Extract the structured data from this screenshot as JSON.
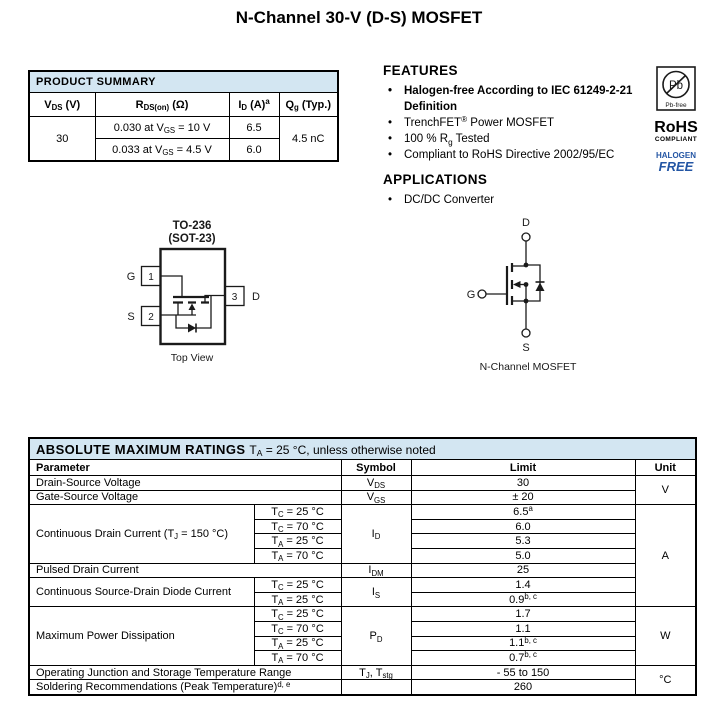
{
  "page": {
    "title": "N-Channel 30-V (D-S) MOSFET"
  },
  "colors": {
    "table_header_bg": "#d3e6f2",
    "halogen_free_blue": "#2456a4",
    "text": "#000000"
  },
  "product_summary": {
    "title": "PRODUCT SUMMARY",
    "headers": [
      "V~DS~ (V)",
      "R~DS(on)~ (Ω)",
      "I~D~ (A)^a^",
      "Q~g~ (Typ.)"
    ],
    "vds": "30",
    "rows": [
      {
        "rdson": "0.030 at V~GS~ = 10 V",
        "id": "6.5"
      },
      {
        "rdson": "0.033 at V~GS~ = 4.5 V",
        "id": "6.0"
      }
    ],
    "qg": "4.5 nC"
  },
  "features": {
    "title": "FEATURES",
    "items": [
      "Halogen-free According to IEC 61249-2-21 Definition",
      "TrenchFET^®^ Power MOSFET",
      "100 % R~g~ Tested",
      "Compliant to RoHS Directive 2002/95/EC"
    ]
  },
  "applications": {
    "title": "APPLICATIONS",
    "items": [
      "DC/DC Converter"
    ]
  },
  "compliance": {
    "pb": "Pb",
    "pb_free": "Pb-free",
    "rohs": "RoHS",
    "compliant": "COMPLIANT",
    "halogen": "HALOGEN",
    "free": "FREE",
    "pb_free_icon": "pb-free-icon"
  },
  "package_diagram": {
    "title_line1": "TO-236",
    "title_line2": "(SOT-23)",
    "pins": [
      {
        "num": "1",
        "label": "G"
      },
      {
        "num": "2",
        "label": "S"
      },
      {
        "num": "3",
        "label": "D"
      }
    ],
    "caption": "Top View"
  },
  "mosfet_symbol": {
    "drain": "D",
    "gate": "G",
    "source": "S",
    "caption": "N-Channel MOSFET"
  },
  "abs_max": {
    "title": "ABSOLUTE MAXIMUM RATINGS",
    "title_note": "T~A~ = 25 °C, unless otherwise noted",
    "headers": [
      "Parameter",
      "Symbol",
      "Limit",
      "Unit"
    ],
    "rows": [
      {
        "parameter": "Drain-Source Voltage",
        "symbol": "V~DS~",
        "limit": "30",
        "unit": "V"
      },
      {
        "parameter": "Gate-Source Voltage",
        "symbol": "V~GS~",
        "limit": "± 20"
      },
      {
        "parameter": "Continuous Drain Current (T~J~ = 150 °C)",
        "condition": "T~C~ = 25 °C",
        "symbol": "I~D~",
        "limit": "6.5^a^",
        "unit": "A"
      },
      {
        "condition": "T~C~ = 70 °C",
        "limit": "6.0"
      },
      {
        "condition": "T~A~ = 25 °C",
        "limit": "5.3"
      },
      {
        "condition": "T~A~ = 70 °C",
        "limit": "5.0"
      },
      {
        "parameter": "Pulsed Drain Current",
        "symbol": "I~DM~",
        "limit": "25"
      },
      {
        "parameter": "Continuous Source-Drain Diode Current",
        "condition": "T~C~ = 25 °C",
        "symbol": "I~S~",
        "limit": "1.4"
      },
      {
        "condition": "T~A~ = 25 °C",
        "limit": "0.9^b, c^"
      },
      {
        "parameter": "Maximum Power Dissipation",
        "condition": "T~C~ = 25 °C",
        "symbol": "P~D~",
        "limit": "1.7",
        "unit": "W"
      },
      {
        "condition": "T~C~ = 70 °C",
        "limit": "1.1"
      },
      {
        "condition": "T~A~ = 25 °C",
        "limit": "1.1^b, c^"
      },
      {
        "condition": "T~A~ = 70 °C",
        "limit": "0.7^b, c^"
      },
      {
        "parameter": "Operating Junction and Storage Temperature Range",
        "symbol": "T~J~, T~stg~",
        "limit": "- 55 to 150",
        "unit": "°C"
      },
      {
        "parameter": "Soldering Recommendations (Peak Temperature)^d, e^",
        "symbol": "",
        "limit": "260"
      }
    ]
  }
}
